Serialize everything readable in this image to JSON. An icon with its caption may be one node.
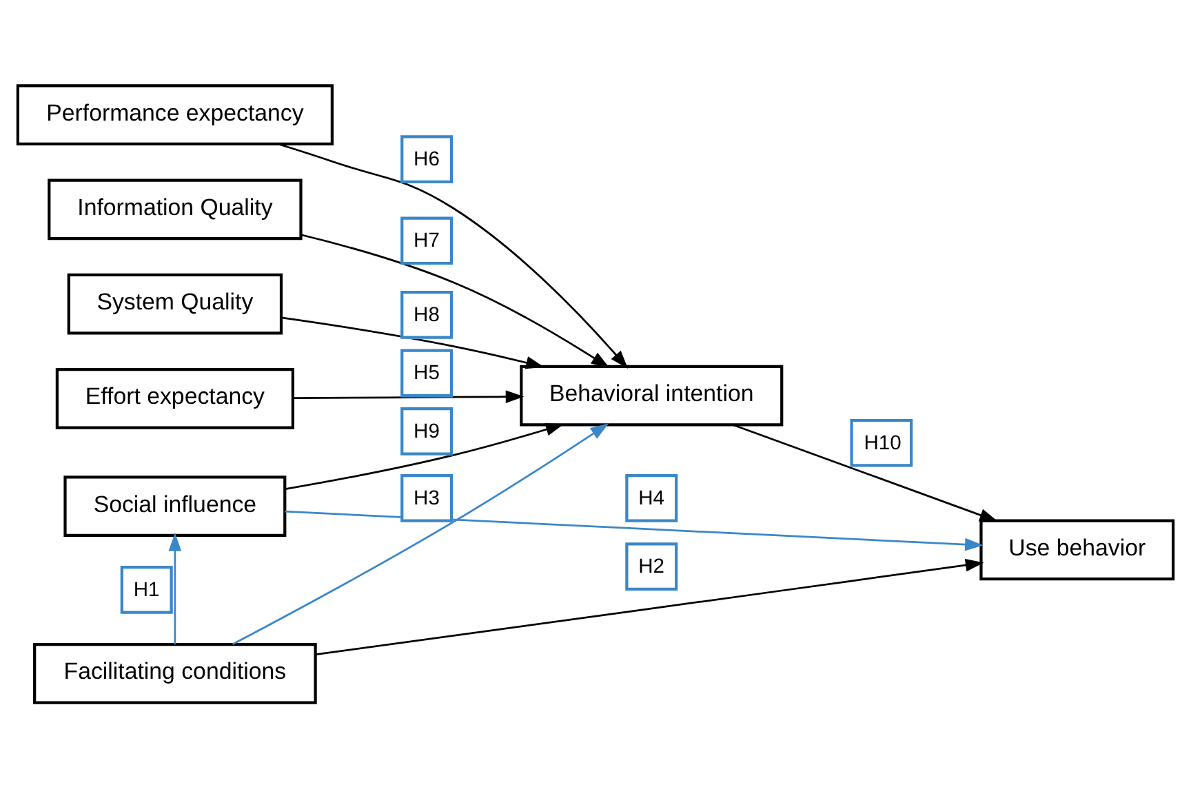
{
  "diagram": {
    "nodes": [
      {
        "text": [
          "Performance expectancy"
        ]
      },
      {
        "text": [
          "Information Quality"
        ]
      },
      {
        "text": [
          "System Quality"
        ]
      },
      {
        "text": [
          "Effort expectancy"
        ]
      },
      {
        "text": [
          "Behavioral intention"
        ]
      },
      {
        "text": [
          "Social influence"
        ]
      },
      {
        "text": [
          "Use behavior"
        ]
      },
      {
        "text": [
          "Facilitating conditions"
        ]
      }
    ],
    "edges": [
      {
        "from": 0,
        "to": 4,
        "arrow": "to",
        "label": "H6"
      },
      {
        "from": 1,
        "to": 4,
        "arrow": "to",
        "label": "H7"
      },
      {
        "from": 2,
        "to": 4,
        "arrow": "to",
        "label": "H8"
      },
      {
        "from": 3,
        "to": 4,
        "arrow": "to",
        "label": "H5"
      },
      {
        "from": 5,
        "to": 4,
        "arrow": "to",
        "label": "H9"
      },
      {
        "from": 4,
        "to": 6,
        "arrow": "to",
        "label": "H10"
      },
      {
        "from": 5,
        "to": 6,
        "arrow": "to",
        "label": "H4",
        "color": "#3a87c8"
      },
      {
        "from": 7,
        "to": 5,
        "arrow": "to",
        "label": "H1",
        "color": "#3a87c8"
      },
      {
        "from": 7,
        "to": 4,
        "arrow": "to",
        "label": "H3",
        "color": "#3a87c8"
      },
      {
        "from": 7,
        "to": 6,
        "arrow": "to",
        "label": "H2"
      }
    ]
  }
}
